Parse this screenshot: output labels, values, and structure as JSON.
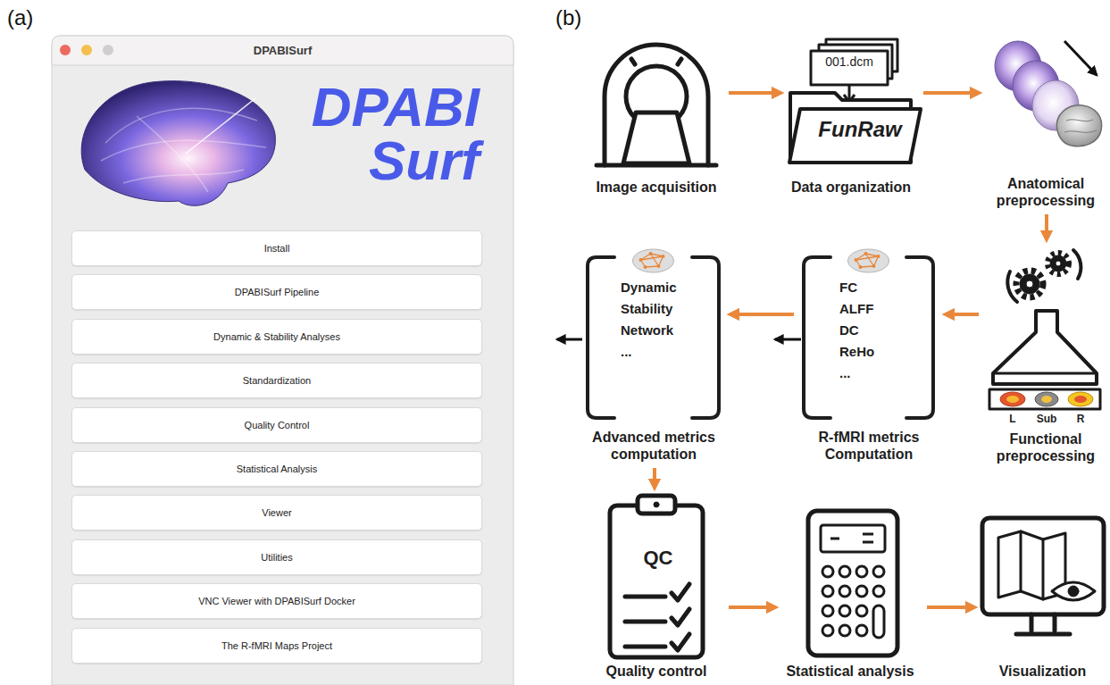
{
  "diagram": {
    "nodes": [
      {
        "text": [
          "DPABISurf"
        ]
      },
      {
        "text": [
          "Install"
        ],
        "in": 0
      },
      {
        "text": [
          "DPABISurf Pipeline"
        ],
        "in": 0
      },
      {
        "text": [
          "Dynamic & Stability Analyses"
        ],
        "in": 0
      },
      {
        "text": [
          "Standardization"
        ],
        "in": 0
      },
      {
        "text": [
          "Quality Control"
        ],
        "in": 0
      },
      {
        "text": [
          "Statistical Analysis"
        ],
        "in": 0
      },
      {
        "text": [
          "Viewer"
        ],
        "in": 0
      },
      {
        "text": [
          "Utilities"
        ],
        "in": 0
      },
      {
        "text": [
          "VNC Viewer with DPABISurf Docker"
        ],
        "in": 0
      },
      {
        "text": [
          "The R-fMRI Maps Project"
        ],
        "in": 0
      },
      {
        "text": [
          "Image acquisition"
        ]
      },
      {
        "text": [
          "001.dcm",
          "FunRaw",
          "Data organization"
        ]
      },
      {
        "text": [
          "Anatomical preprocessing"
        ]
      },
      {
        "text": [
          "L",
          "Sub",
          "R",
          "Functional preprocessing"
        ]
      },
      {
        "text": [
          "FC ALFF DC ReHo ...",
          "R-fMRI metrics Computation"
        ]
      },
      {
        "text": [
          "Dynamic Stability Network ...",
          "Advanced metrics computation"
        ]
      },
      {
        "text": [
          "QC",
          "Quality control"
        ]
      },
      {
        "text": [
          "Statistical analysis"
        ]
      },
      {
        "text": [
          "Visualization"
        ]
      }
    ],
    "edges": [
      {
        "from": 11,
        "to": 12,
        "arrow": "to"
      },
      {
        "from": 12,
        "to": 13,
        "arrow": "to"
      },
      {
        "from": 13,
        "to": 14,
        "arrow": "to"
      },
      {
        "from": 14,
        "to": 15,
        "arrow": "to"
      },
      {
        "from": 15,
        "to": 16,
        "arrow": "to"
      },
      {
        "from": 16,
        "to": 17,
        "arrow": "to"
      },
      {
        "from": 17,
        "to": 18,
        "arrow": "to"
      },
      {
        "from": 18,
        "to": 19,
        "arrow": "to"
      }
    ],
    "labels": [
      "(a)",
      "DPABI Surf",
      "(b)"
    ]
  }
}
